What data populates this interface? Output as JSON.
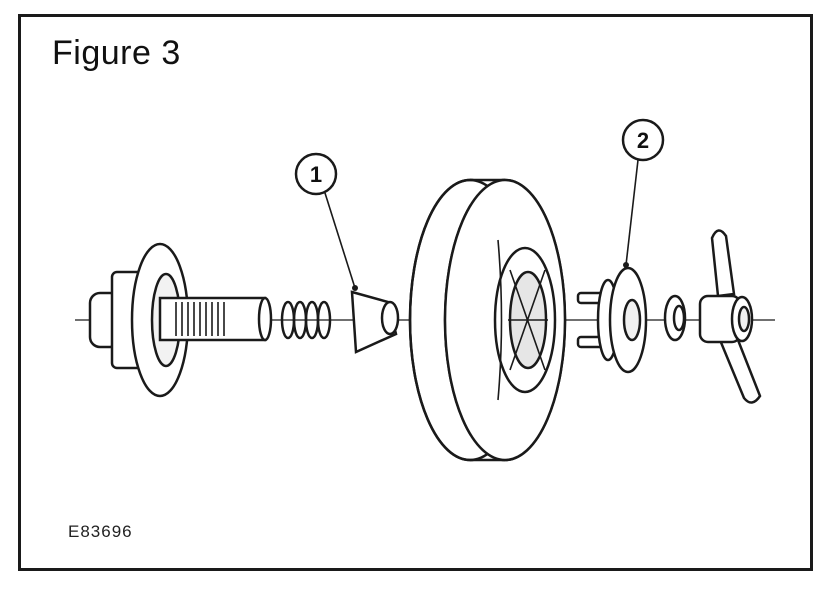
{
  "figure": {
    "title": "Figure 3",
    "reference_code": "E83696"
  },
  "callouts": [
    {
      "label": "1"
    },
    {
      "label": "2"
    }
  ],
  "colors": {
    "line": "#1a1a1a",
    "fill": "#ffffff",
    "shade": "#d9d9d9"
  }
}
